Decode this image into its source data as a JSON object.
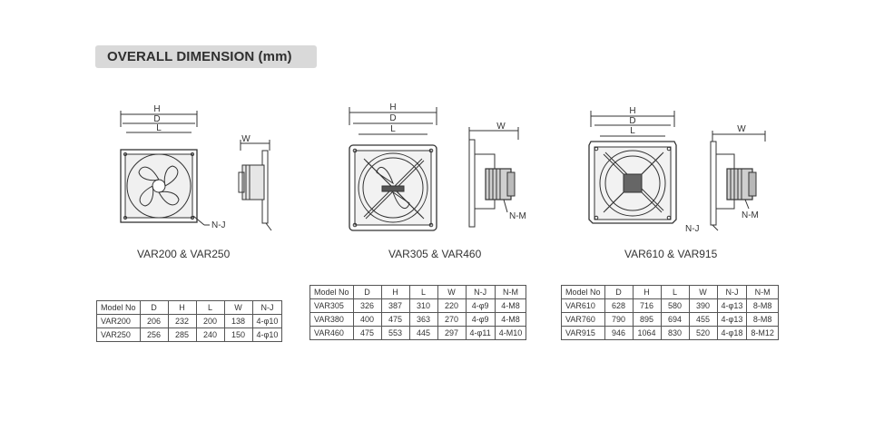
{
  "section_title": "OVERALL DIMENSION (mm)",
  "dim_labels": {
    "h": "H",
    "d": "D",
    "l": "L",
    "w": "W",
    "nj": "N-J",
    "nm": "N-M"
  },
  "groups": [
    {
      "caption": "VAR200 & VAR250",
      "columns": [
        "Model No",
        "D",
        "H",
        "L",
        "W",
        "N-J"
      ],
      "rows": [
        [
          "VAR200",
          "206",
          "232",
          "200",
          "138",
          "4-φ10"
        ],
        [
          "VAR250",
          "256",
          "285",
          "240",
          "150",
          "4-φ10"
        ]
      ]
    },
    {
      "caption": "VAR305 & VAR460",
      "columns": [
        "Model No",
        "D",
        "H",
        "L",
        "W",
        "N-J",
        "N-M"
      ],
      "rows": [
        [
          "VAR305",
          "326",
          "387",
          "310",
          "220",
          "4-φ9",
          "4-M8"
        ],
        [
          "VAR380",
          "400",
          "475",
          "363",
          "270",
          "4-φ9",
          "4-M8"
        ],
        [
          "VAR460",
          "475",
          "553",
          "445",
          "297",
          "4-φ11",
          "4-M10"
        ]
      ]
    },
    {
      "caption": "VAR610 & VAR915",
      "columns": [
        "Model No",
        "D",
        "H",
        "L",
        "W",
        "N-J",
        "N-M"
      ],
      "rows": [
        [
          "VAR610",
          "628",
          "716",
          "580",
          "390",
          "4-φ13",
          "8-M8"
        ],
        [
          "VAR760",
          "790",
          "895",
          "694",
          "455",
          "4-φ13",
          "8-M8"
        ],
        [
          "VAR915",
          "946",
          "1064",
          "830",
          "520",
          "4-φ18",
          "8-M12"
        ]
      ]
    }
  ]
}
